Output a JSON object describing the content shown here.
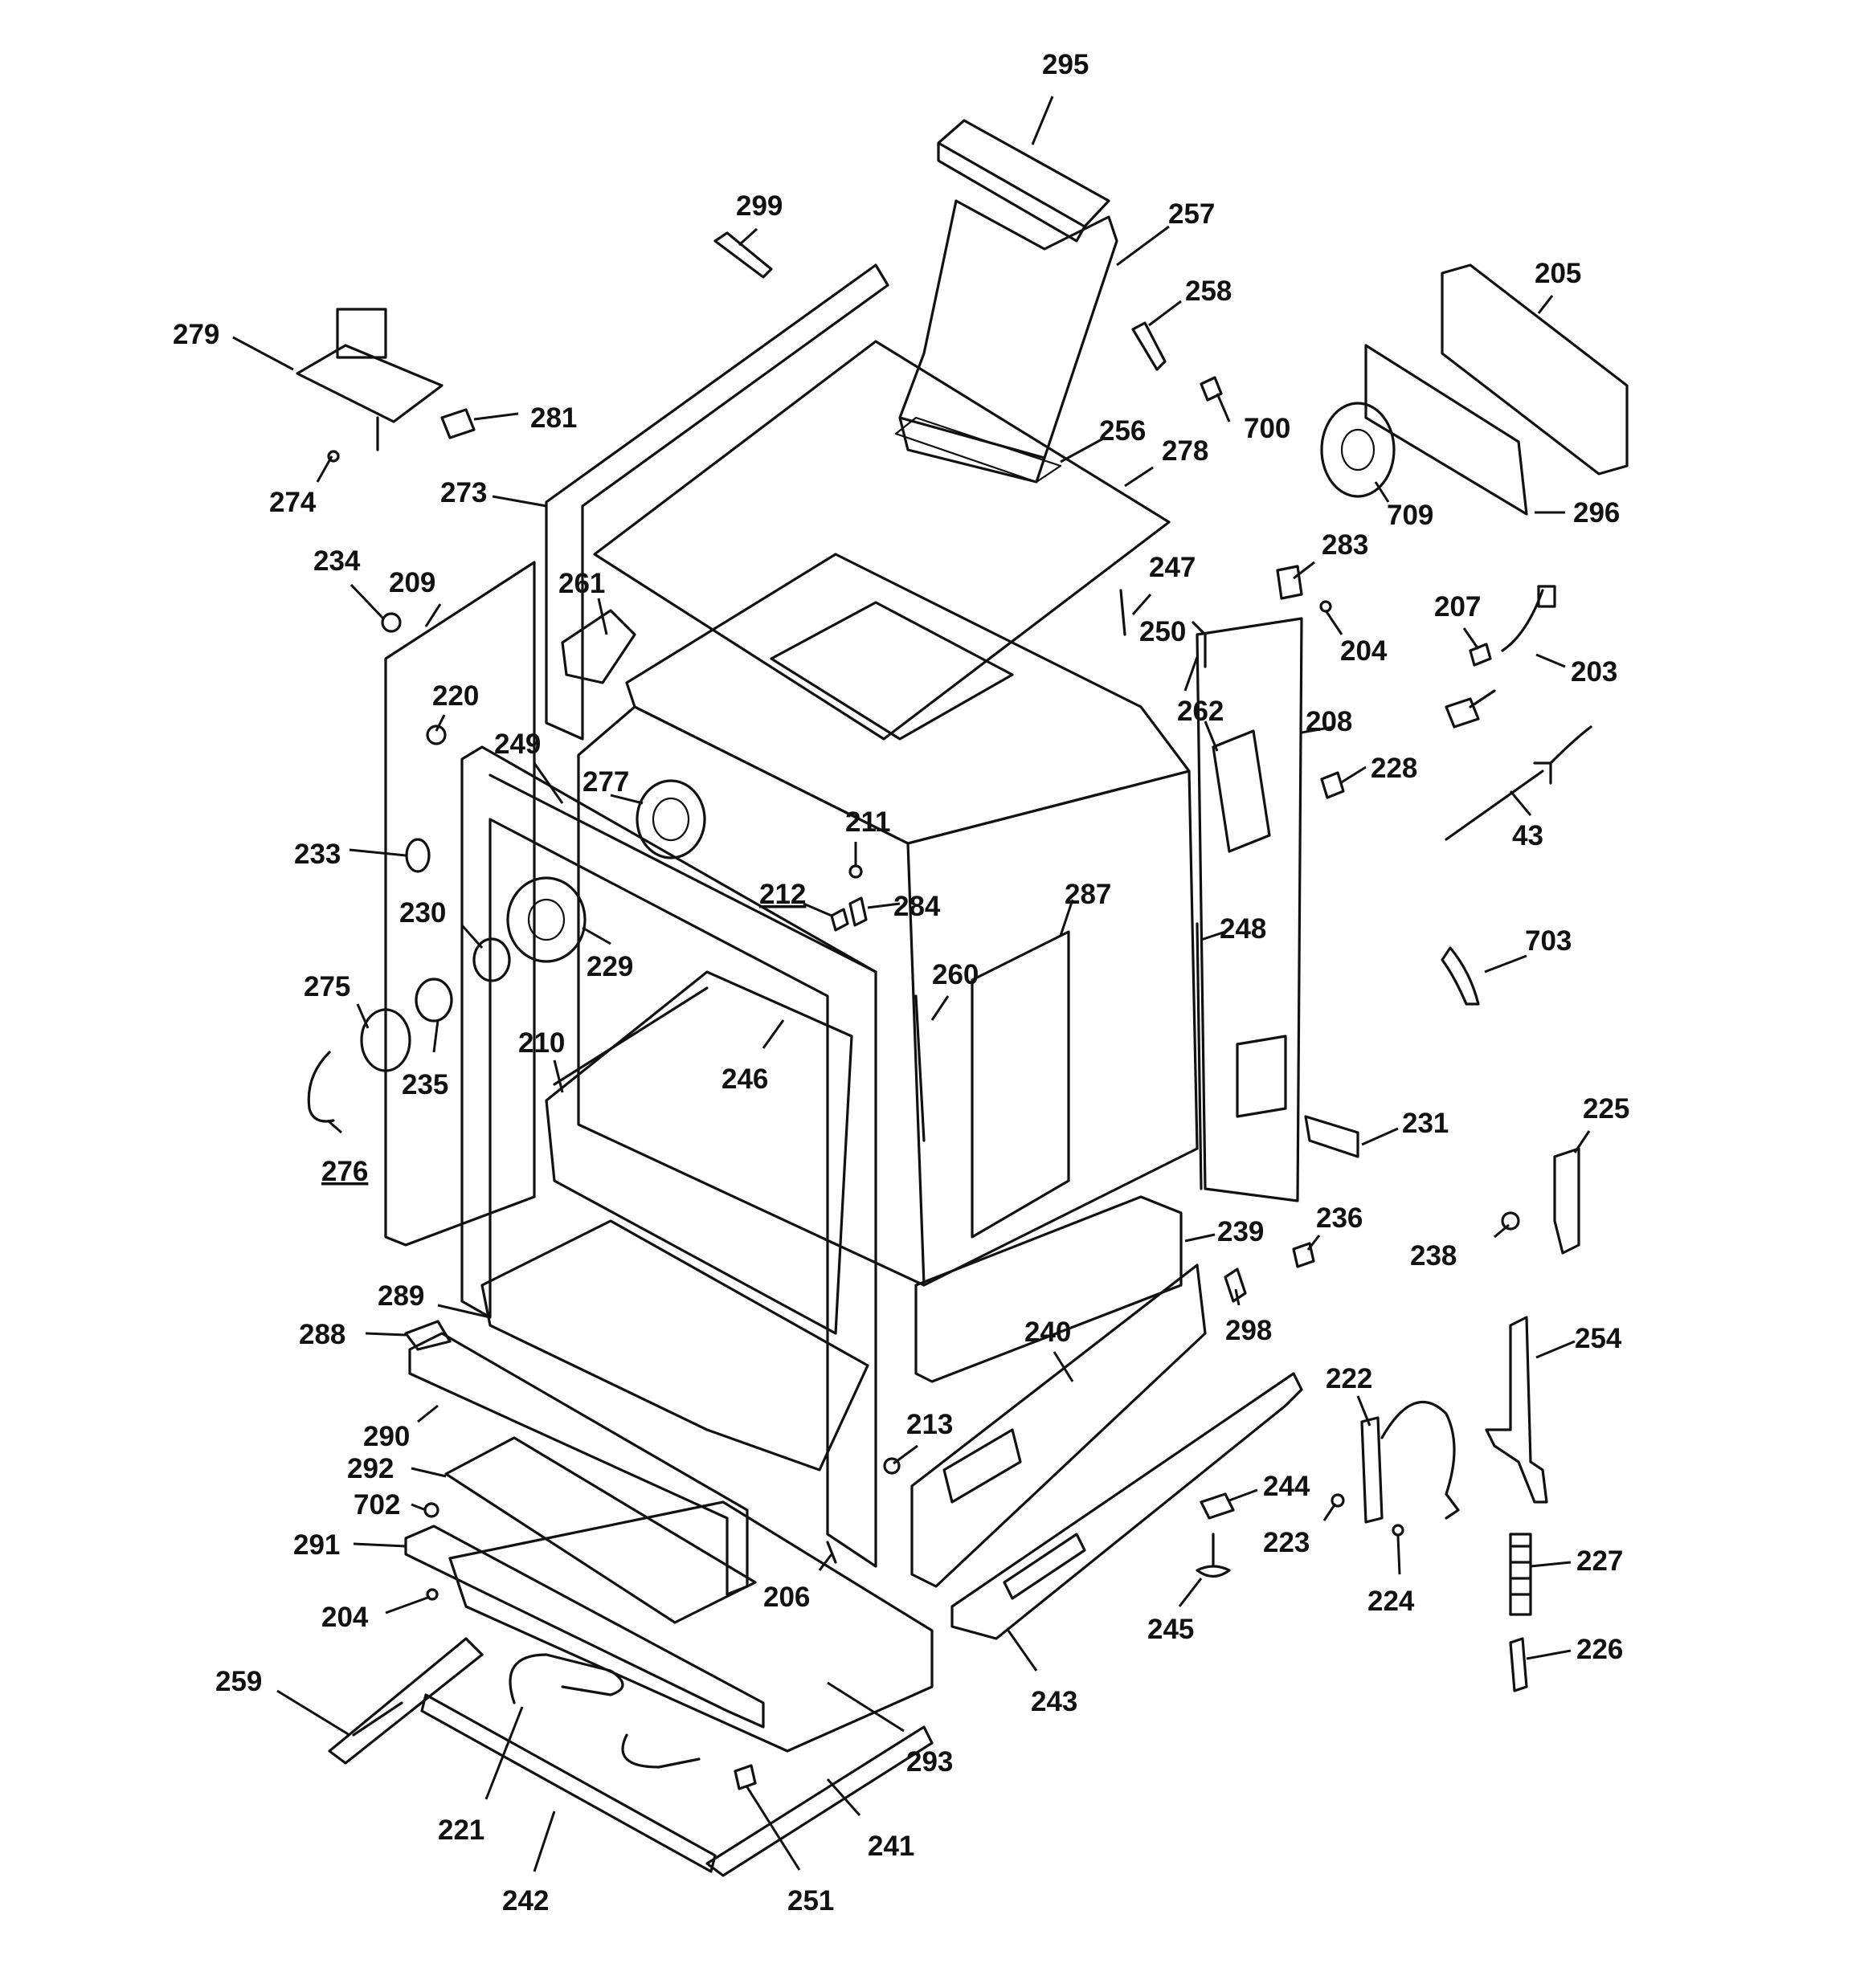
{
  "colors": {
    "ink": "#111111",
    "paper": "#ffffff"
  },
  "callouts": [
    {
      "label": "295"
    },
    {
      "label": "299"
    },
    {
      "label": "257"
    },
    {
      "label": "258"
    },
    {
      "label": "205"
    },
    {
      "label": "279"
    },
    {
      "label": "281"
    },
    {
      "label": "700"
    },
    {
      "label": "256"
    },
    {
      "label": "278"
    },
    {
      "label": "273"
    },
    {
      "label": "274"
    },
    {
      "label": "709"
    },
    {
      "label": "296"
    },
    {
      "label": "234"
    },
    {
      "label": "209"
    },
    {
      "label": "261"
    },
    {
      "label": "247"
    },
    {
      "label": "283"
    },
    {
      "label": "250"
    },
    {
      "label": "204"
    },
    {
      "label": "207"
    },
    {
      "label": "203"
    },
    {
      "label": "220"
    },
    {
      "label": "262"
    },
    {
      "label": "208"
    },
    {
      "label": "249"
    },
    {
      "label": "228"
    },
    {
      "label": "277"
    },
    {
      "label": "211"
    },
    {
      "label": "233"
    },
    {
      "label": "43"
    },
    {
      "label": "212"
    },
    {
      "label": "284"
    },
    {
      "label": "287"
    },
    {
      "label": "230"
    },
    {
      "label": "248"
    },
    {
      "label": "229"
    },
    {
      "label": "703"
    },
    {
      "label": "260"
    },
    {
      "label": "275"
    },
    {
      "label": "210"
    },
    {
      "label": "246"
    },
    {
      "label": "235"
    },
    {
      "label": "231"
    },
    {
      "label": "225"
    },
    {
      "label": "276"
    },
    {
      "label": "236"
    },
    {
      "label": "239"
    },
    {
      "label": "238"
    },
    {
      "label": "289"
    },
    {
      "label": "298"
    },
    {
      "label": "240"
    },
    {
      "label": "288"
    },
    {
      "label": "254"
    },
    {
      "label": "222"
    },
    {
      "label": "213"
    },
    {
      "label": "290"
    },
    {
      "label": "292"
    },
    {
      "label": "244"
    },
    {
      "label": "702"
    },
    {
      "label": "223"
    },
    {
      "label": "227"
    },
    {
      "label": "291"
    },
    {
      "label": "206"
    },
    {
      "label": "224"
    },
    {
      "label": "245"
    },
    {
      "label": "204"
    },
    {
      "label": "226"
    },
    {
      "label": "259"
    },
    {
      "label": "243"
    },
    {
      "label": "293"
    },
    {
      "label": "221"
    },
    {
      "label": "241"
    },
    {
      "label": "242"
    },
    {
      "label": "251"
    }
  ]
}
